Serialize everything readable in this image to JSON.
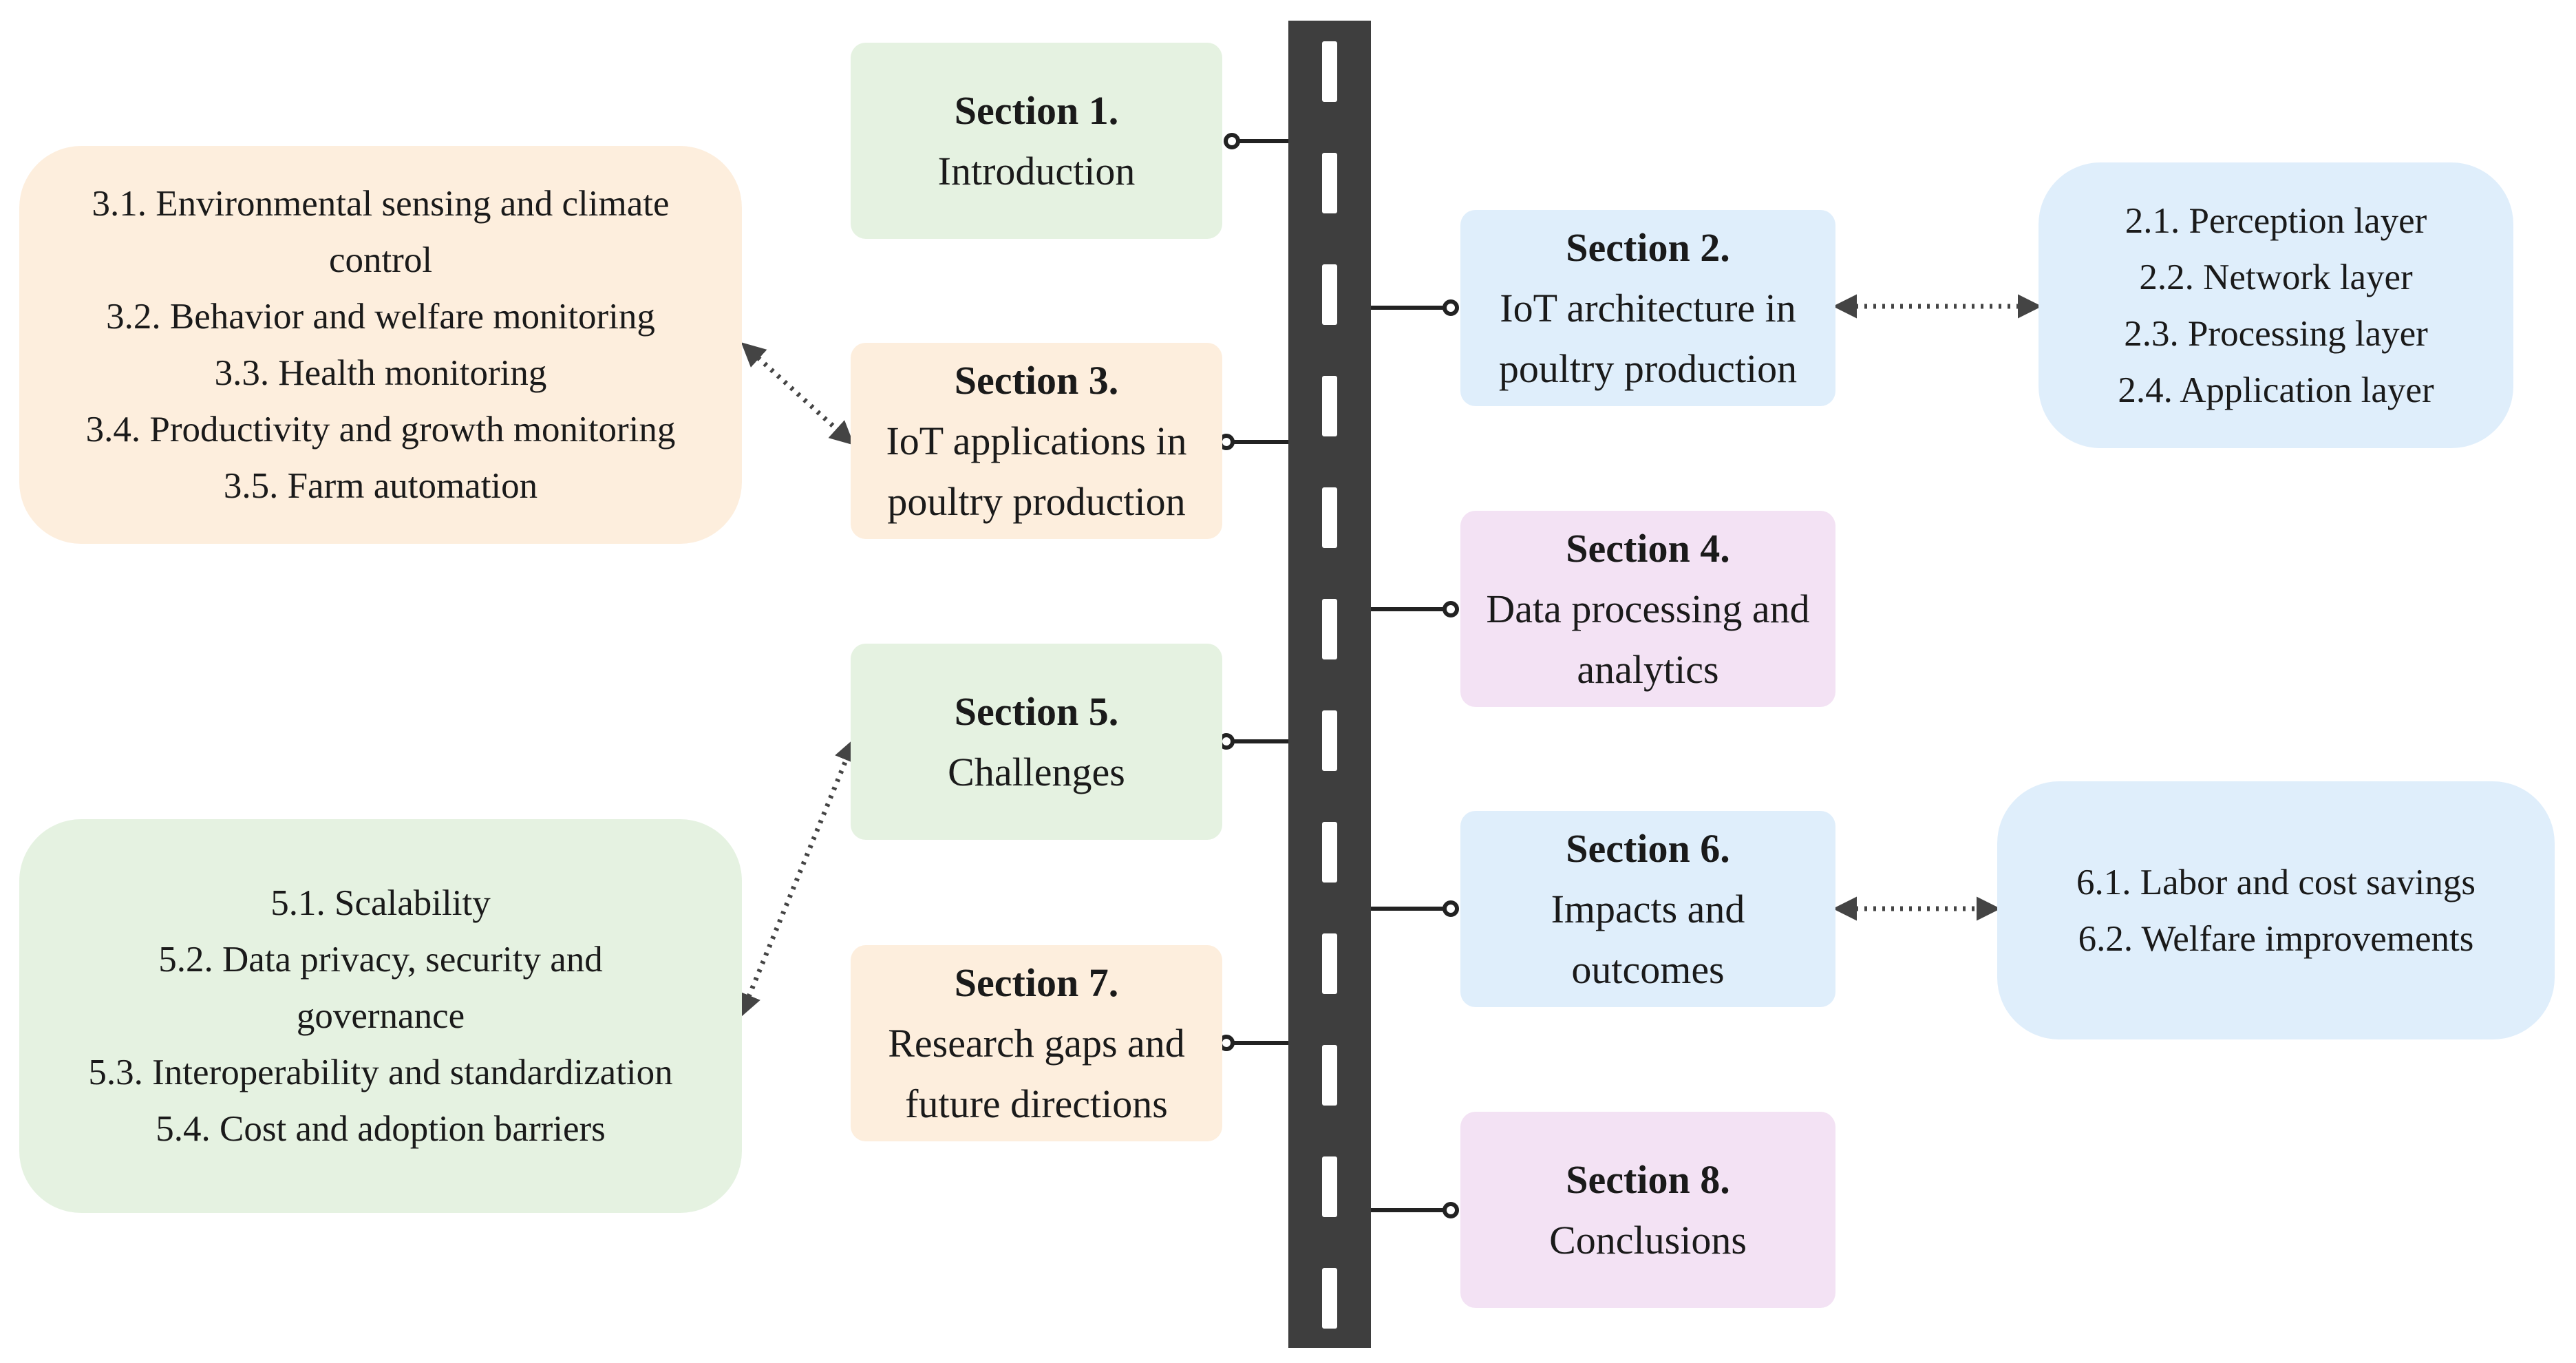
{
  "sections": [
    {
      "id": "s1",
      "title": "Section 1.",
      "subtitle": [
        "Introduction"
      ],
      "color": "#e5f2e1"
    },
    {
      "id": "s2",
      "title": "Section 2.",
      "subtitle": [
        "IoT architecture in",
        "poultry production"
      ],
      "color": "#dfeefb"
    },
    {
      "id": "s3",
      "title": "Section 3.",
      "subtitle": [
        "IoT applications in",
        "poultry production"
      ],
      "color": "#fdeedd"
    },
    {
      "id": "s4",
      "title": "Section 4.",
      "subtitle": [
        "Data processing and",
        "analytics"
      ],
      "color": "#f3e2f4"
    },
    {
      "id": "s5",
      "title": "Section 5.",
      "subtitle": [
        "Challenges"
      ],
      "color": "#e5f2e1"
    },
    {
      "id": "s6",
      "title": "Section 6.",
      "subtitle": [
        "Impacts and",
        "outcomes"
      ],
      "color": "#dfeefb"
    },
    {
      "id": "s7",
      "title": "Section 7.",
      "subtitle": [
        "Research gaps and",
        "future directions"
      ],
      "color": "#fdeedd"
    },
    {
      "id": "s8",
      "title": "Section 8.",
      "subtitle": [
        "Conclusions"
      ],
      "color": "#f3e2f4"
    }
  ],
  "details": {
    "d2": [
      "2.1. Perception layer",
      "2.2. Network layer",
      "2.3. Processing layer",
      "2.4. Application layer"
    ],
    "d3": [
      "3.1. Environmental sensing and climate",
      "control",
      "3.2. Behavior and welfare monitoring",
      "3.3. Health monitoring",
      "3.4. Productivity and growth monitoring",
      "3.5. Farm automation"
    ],
    "d5": [
      "5.1. Scalability",
      "5.2. Data privacy, security and",
      "governance",
      "5.3. Interoperability and standardization",
      "5.4. Cost and adoption barriers"
    ],
    "d6": [
      "6.1. Labor and cost savings",
      "6.2. Welfare improvements"
    ]
  },
  "colors": {
    "road": "#3e3e3e",
    "road_dash": "#ffffff",
    "connector": "#222222",
    "arrow": "#444444"
  }
}
